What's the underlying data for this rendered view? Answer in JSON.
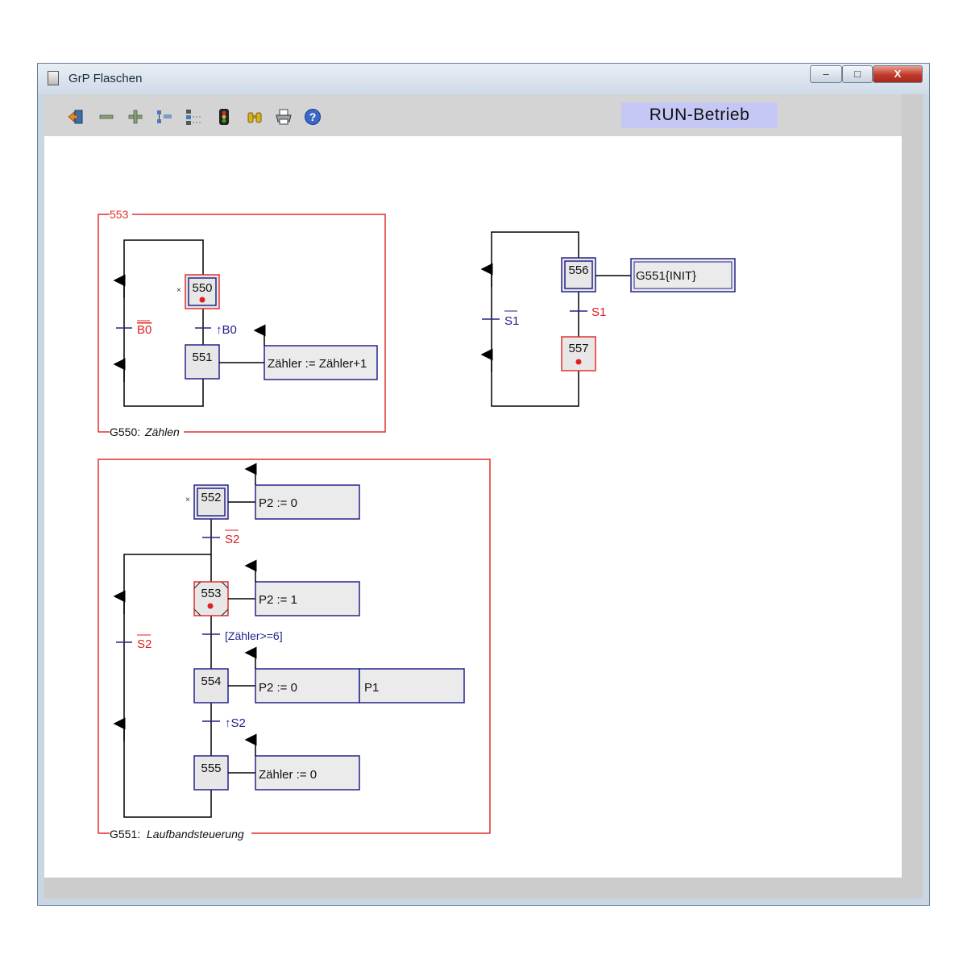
{
  "window": {
    "title": "GrP Flaschen",
    "buttons": {
      "minimize": "–",
      "maximize": "□",
      "close": "X"
    }
  },
  "toolbar": {
    "icons": [
      "exit-icon",
      "zoom-out-icon",
      "zoom-in-icon",
      "step-layout-icon",
      "tree-view-icon",
      "traffic-light-icon",
      "binoculars-icon",
      "print-icon",
      "help-icon"
    ],
    "help_glyph": "?",
    "mode": "RUN-Betrieb"
  },
  "groups": {
    "g550": {
      "macro_label": "553",
      "name_prefix": "G550:",
      "name": "Zählen"
    },
    "g551": {
      "name_prefix": "G551:",
      "name": "Laufbandsteuerung"
    }
  },
  "steps": {
    "s550": "550",
    "s551": "551",
    "s552": "552",
    "s553": "553",
    "s554": "554",
    "s555": "555",
    "s556": "556",
    "s557": "557"
  },
  "initial_marker": "×",
  "actions": {
    "a551": "Zähler := Zähler+1",
    "a552": "P2 := 0",
    "a553": "P2 := 1",
    "a554a": "P2 := 0",
    "a554b": "P1",
    "a555": "Zähler := 0",
    "a556": "G551{INIT}"
  },
  "transitions": {
    "t_b0_not": "B0",
    "t_b0_rise": "↑B0",
    "t_s2_not_a": "S2",
    "t_zaehler": "[Zähler>=6]",
    "t_s2_rise": "↑S2",
    "t_s2_not_b": "S2",
    "t_s1_not": "S1",
    "t_s1": "S1"
  },
  "colors": {
    "frame": "#e03030",
    "step": "#23238a",
    "transition_text": "#22228a",
    "negated_text": "#e02020",
    "action_fill": "#ebebeb",
    "step_fill": "#e7e7e7"
  }
}
